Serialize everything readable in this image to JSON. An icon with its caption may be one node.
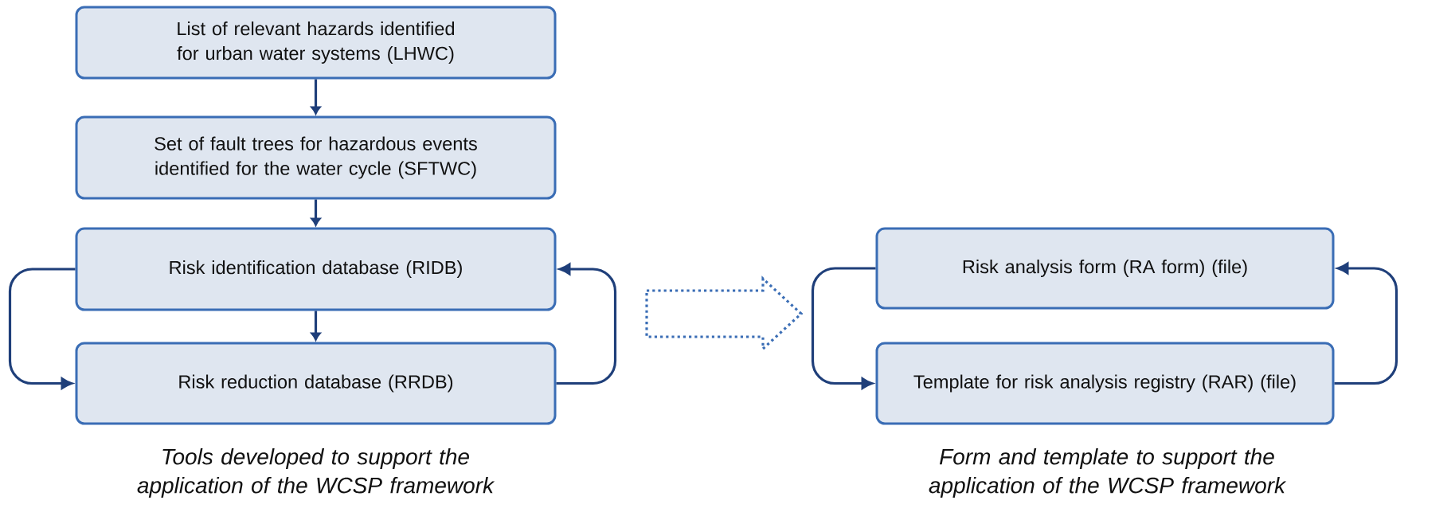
{
  "diagram": {
    "nodes": [
      {
        "text": [
          "List of relevant hazards identified for urban water systems (LHWC)"
        ]
      },
      {
        "text": [
          "Set of fault trees for hazardous events identified for the water cycle (SFTWC)"
        ]
      },
      {
        "text": [
          "Risk identification database (RIDB)"
        ]
      },
      {
        "text": [
          "Risk reduction database (RRDB)"
        ]
      },
      {
        "text": [
          "Risk analysis form (RA form) (file)"
        ]
      },
      {
        "text": [
          "Template for risk analysis registry (RAR) (file)"
        ]
      }
    ],
    "edges": [
      {
        "from": 0,
        "to": 1,
        "arrow": "to"
      },
      {
        "from": 1,
        "to": 2,
        "arrow": "to"
      },
      {
        "from": 2,
        "to": 3,
        "arrow": "to"
      },
      {
        "from": 2,
        "to": 3,
        "arrow": "to"
      },
      {
        "from": 3,
        "to": 2,
        "arrow": "to"
      },
      {
        "from": 4,
        "to": 5,
        "arrow": "to"
      },
      {
        "from": 5,
        "to": 4,
        "arrow": "to"
      }
    ],
    "labels": [
      "Tools developed to support the application of the WCSP framework",
      "Form and template to support the application of the WCSP framework"
    ]
  }
}
